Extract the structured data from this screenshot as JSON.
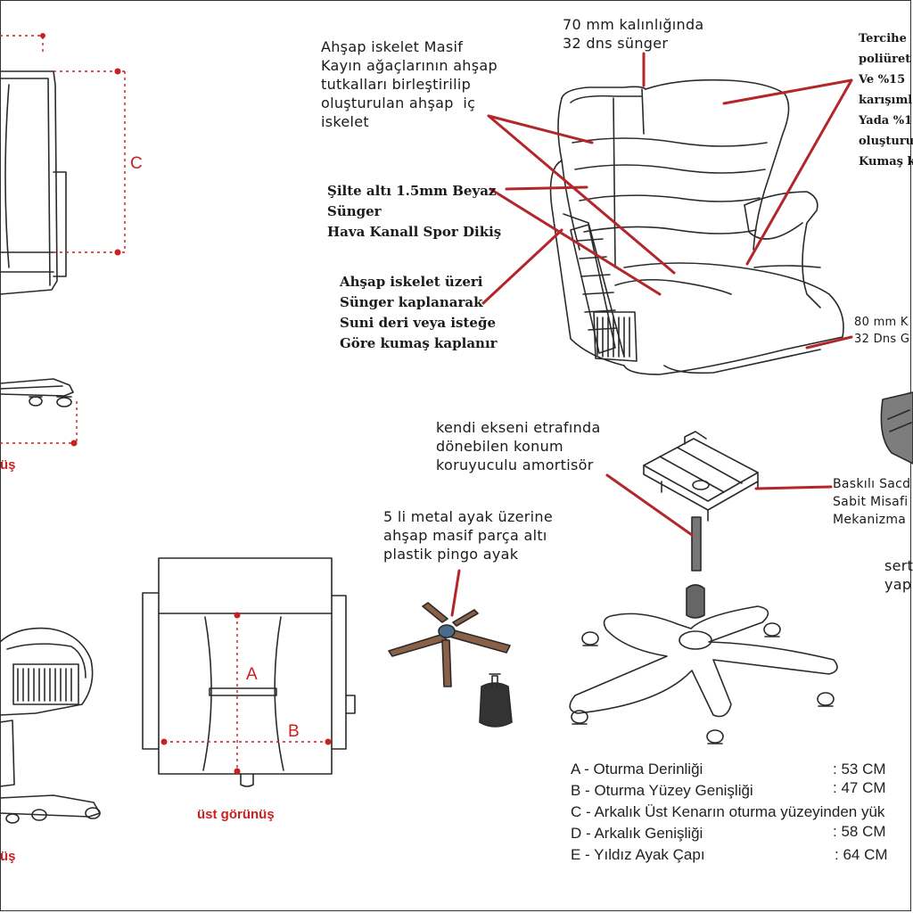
{
  "labels": {
    "foam_70mm": "70 mm kalınlığında\n32 dns sünger",
    "wood_frame": "Ahşap iskelet Masif\nKayın ağaçlarının ahşap\ntutkalları birleştirilip\noluşturulan ahşap  iç\niskelet",
    "underlay": "Şilte altı 1.5mm Beyaz\nSünger\nHava Kanall Spor Dikiş",
    "covering": "Ahşap iskelet üzeri\nSünger kaplanarak\nSuni deri veya isteğe\nGöre kumaş kaplanır",
    "preference": "Tercihe\npoliüret\nVe %15\nkarışıml\nYada %1\noluşturu\nKumaş k",
    "foam_80mm": "80 mm K\n32 Dns G",
    "gas_lift": "kendi ekseni etrafında\ndönebilen konum\nkoruyuculu amortisör",
    "metal_base": "5 li metal ayak üzerine\nahşap masif parça altı\nplastik pingo ayak",
    "mechanism": "Baskılı Sacd\nSabit Misafi\nMekanizma",
    "fragment": "sert\nyap"
  },
  "dimension_letters": {
    "a": "A",
    "b": "B",
    "c": "C"
  },
  "captions": {
    "top_view": "üst görünüş",
    "left_1": "üş",
    "left_2": "üş"
  },
  "specs": [
    {
      "label": "A - Oturma Derinliği",
      "value": ": 53 CM"
    },
    {
      "label": "B - Oturma Yüzey Genişliği",
      "value": ": 47 CM"
    },
    {
      "label": "C - Arkalık Üst Kenarın oturma yüzeyinden yük",
      "value": ""
    },
    {
      "label": "D - Arkalık Genişliği",
      "value": ": 58 CM"
    },
    {
      "label": "E - Yıldız Ayak Çapı",
      "value": ": 64 CM"
    }
  ],
  "colors": {
    "annotation_line": "#b3262a",
    "dimension_red": "#cc1f1f",
    "drawing_line": "#2a2a2a"
  }
}
